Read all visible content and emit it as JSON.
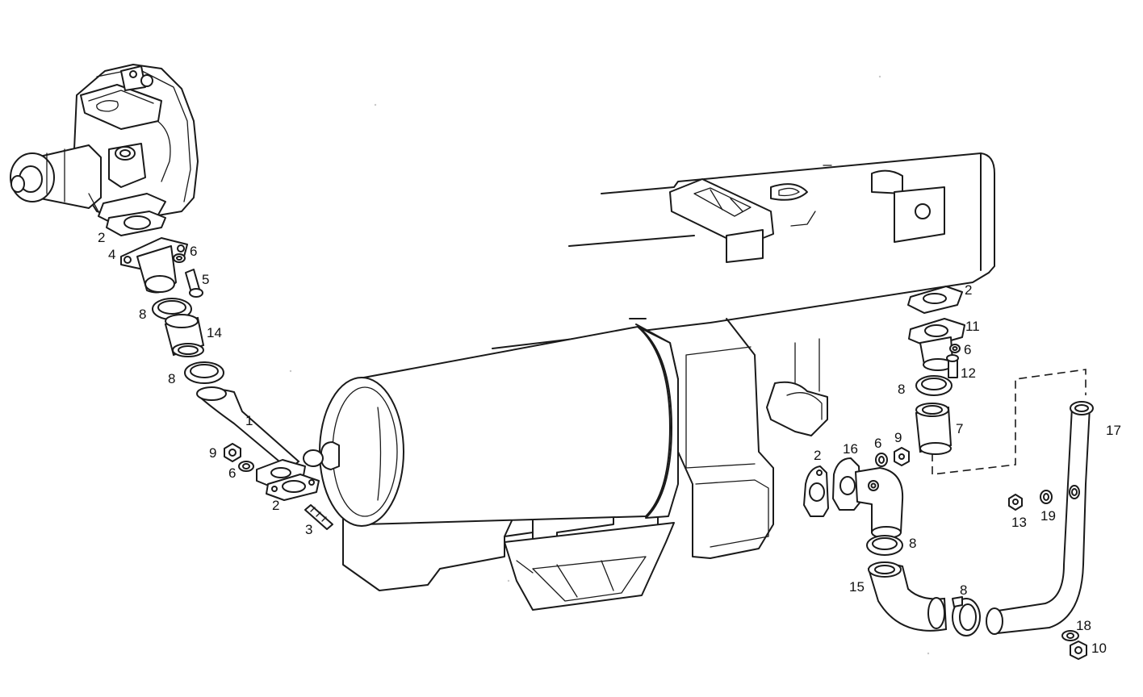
{
  "diagram": {
    "callouts": [
      {
        "label": "2"
      },
      {
        "label": "4"
      },
      {
        "label": "6"
      },
      {
        "label": "5"
      },
      {
        "label": "8"
      },
      {
        "label": "14"
      },
      {
        "label": "8"
      },
      {
        "label": "1"
      },
      {
        "label": "9"
      },
      {
        "label": "6"
      },
      {
        "label": "2"
      },
      {
        "label": "3"
      },
      {
        "label": "2"
      },
      {
        "label": "11"
      },
      {
        "label": "6"
      },
      {
        "label": "12"
      },
      {
        "label": "8"
      },
      {
        "label": "7"
      },
      {
        "label": "2"
      },
      {
        "label": "16"
      },
      {
        "label": "6"
      },
      {
        "label": "9"
      },
      {
        "label": "17"
      },
      {
        "label": "13"
      },
      {
        "label": "19"
      },
      {
        "label": "8"
      },
      {
        "label": "15"
      },
      {
        "label": "8"
      },
      {
        "label": "18"
      },
      {
        "label": "10"
      }
    ]
  }
}
